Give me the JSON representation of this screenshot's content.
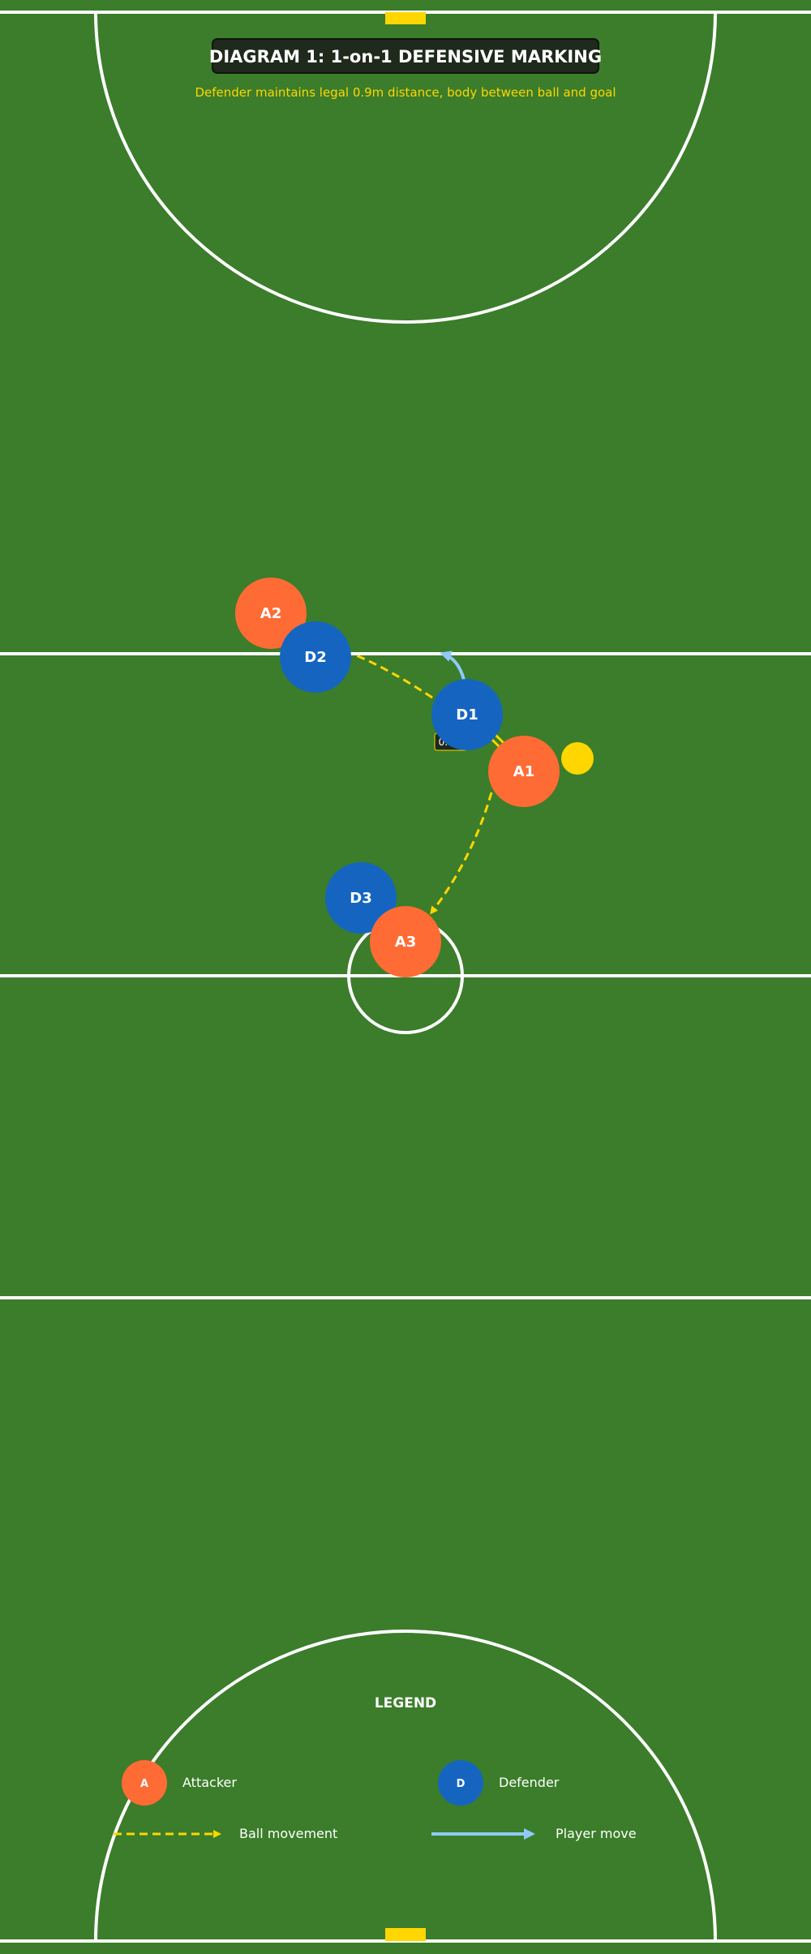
{
  "title": "DIAGRAM 1: 1-on-1 DEFENSIVE MARKING",
  "subtitle": "Defender maintains legal 0.9m distance, body between ball and goal",
  "distance_label": "0.9m",
  "players": {
    "a1": "A1",
    "a2": "A2",
    "a3": "A3",
    "d1": "D1",
    "d2": "D2",
    "d3": "D3"
  },
  "legend": {
    "title": "LEGEND",
    "attacker_symbol": "A",
    "attacker_label": "Attacker",
    "defender_symbol": "D",
    "defender_label": "Defender",
    "ball_movement_label": "Ball movement",
    "player_move_label": "Player move"
  },
  "colors": {
    "field": "#3b7d2a",
    "lines": "#ffffff",
    "attacker": "#ff6b35",
    "defender": "#1565c0",
    "ball": "#ffd600",
    "goal": "#ffd600",
    "ball_movement": "#ffd600",
    "player_move": "#90caf9",
    "title_bg": "#1f2a1c",
    "subtitle": "#ffd600"
  }
}
